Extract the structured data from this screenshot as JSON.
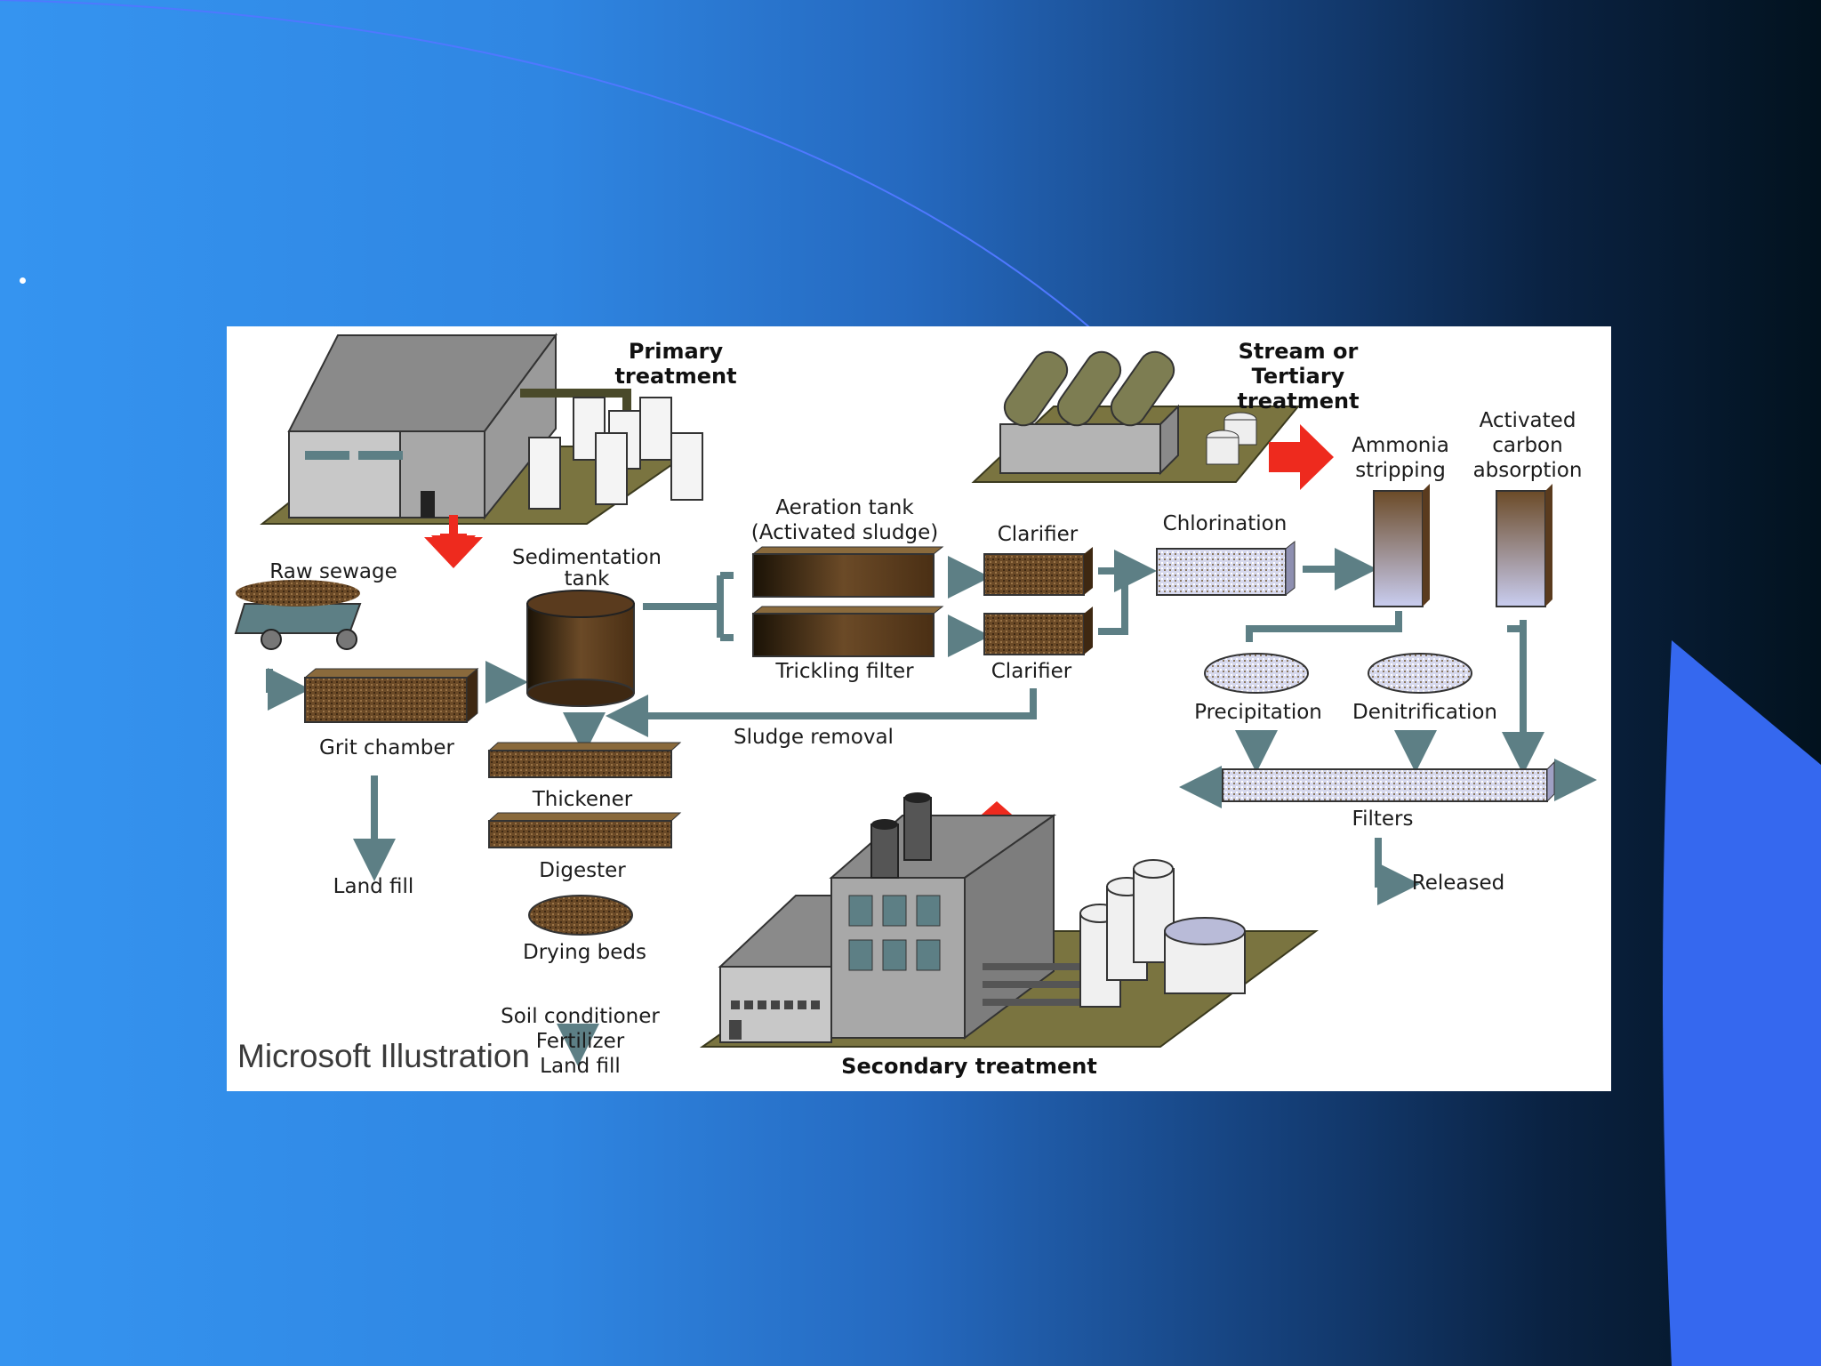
{
  "slide": {
    "bullet": "•",
    "credit": "Microsoft Illustration"
  },
  "diagram": {
    "primary_title": "Primary treatment",
    "tertiary_title": "Stream or\nTertiary treatment",
    "secondary_title": "Secondary treatment",
    "raw_sewage": "Raw sewage",
    "grit_chamber": "Grit chamber",
    "land_fill": "Land fill",
    "sedimentation_tank": "Sedimentation\ntank",
    "thickener": "Thickener",
    "digester": "Digester",
    "drying_beds": "Drying beds",
    "soil_products": "Soil conditioner\nFertilizer\nLand fill",
    "aeration_tank": "Aeration  tank\n(Activated sludge)",
    "trickling_filter": "Trickling filter",
    "clarifier_top": "Clarifier",
    "clarifier_bottom": "Clarifier",
    "sludge_removal": "Sludge removal",
    "chlorination": "Chlorination",
    "ammonia_stripping": "Ammonia\nstripping",
    "activated_carbon": "Activated\ncarbon\nabsorption",
    "precipitation": "Precipitation",
    "denitrification": "Denitrification",
    "filters": "Filters",
    "released": "Released"
  },
  "colors": {
    "arrow_red": "#ee2a1e",
    "pipe": "#5d7f85",
    "sludge": "#5a3b1e",
    "ground": "#7a7440"
  }
}
